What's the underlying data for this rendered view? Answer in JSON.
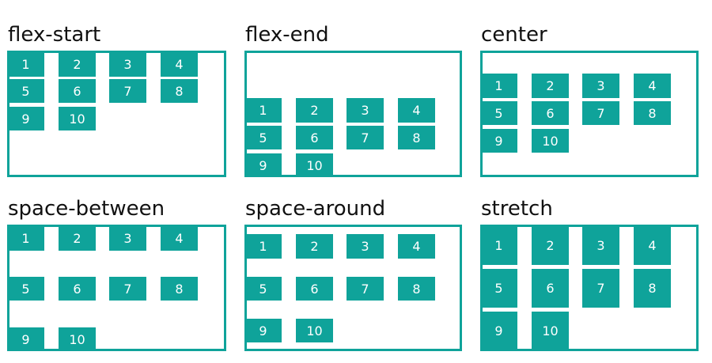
{
  "accent_color": "#0fa39a",
  "items": [
    "1",
    "2",
    "3",
    "4",
    "5",
    "6",
    "7",
    "8",
    "9",
    "10"
  ],
  "panels": [
    {
      "id": "flex-start",
      "title": "flex-start"
    },
    {
      "id": "flex-end",
      "title": "flex-end"
    },
    {
      "id": "center",
      "title": "center"
    },
    {
      "id": "space-between",
      "title": "space-between"
    },
    {
      "id": "space-around",
      "title": "space-around"
    },
    {
      "id": "stretch",
      "title": "stretch"
    }
  ]
}
